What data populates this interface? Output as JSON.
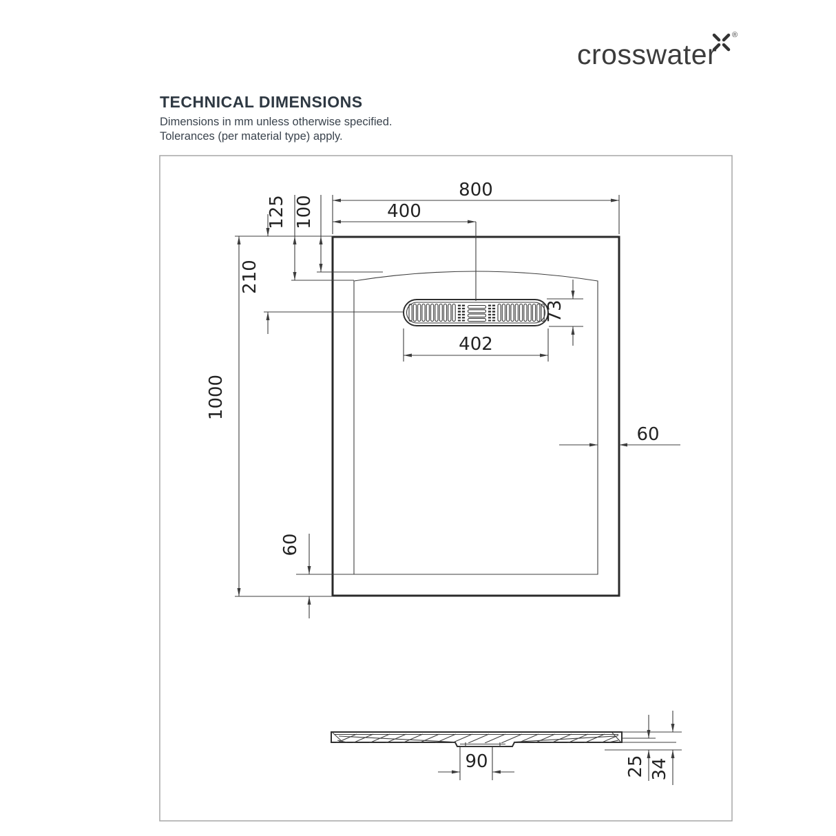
{
  "logo": {
    "brand": "crosswater",
    "registered": "®"
  },
  "header": {
    "title": "TECHNICAL DIMENSIONS",
    "note_line1": "Dimensions in mm unless otherwise specified.",
    "note_line2": "Tolerances (per material type) apply."
  },
  "dimensions": {
    "top_width": "800",
    "drain_offset_x": "400",
    "rim_inset_small": "100",
    "rim_inset_large": "125",
    "drain_offset_y": "210",
    "side_height": "1000",
    "drain_length": "402",
    "drain_width": "73",
    "edge_right": "60",
    "edge_bottom": "60",
    "outlet_width": "90",
    "profile_inner_height": "25",
    "profile_height": "34"
  },
  "colors": {
    "background": "#ffffff",
    "line": "#3d3d3d",
    "outline": "#2a2a2a",
    "text": "#232323",
    "title": "#2e3842",
    "note": "#3a434d",
    "border": "#a6a6a6",
    "logo": "#3c3c3c"
  }
}
